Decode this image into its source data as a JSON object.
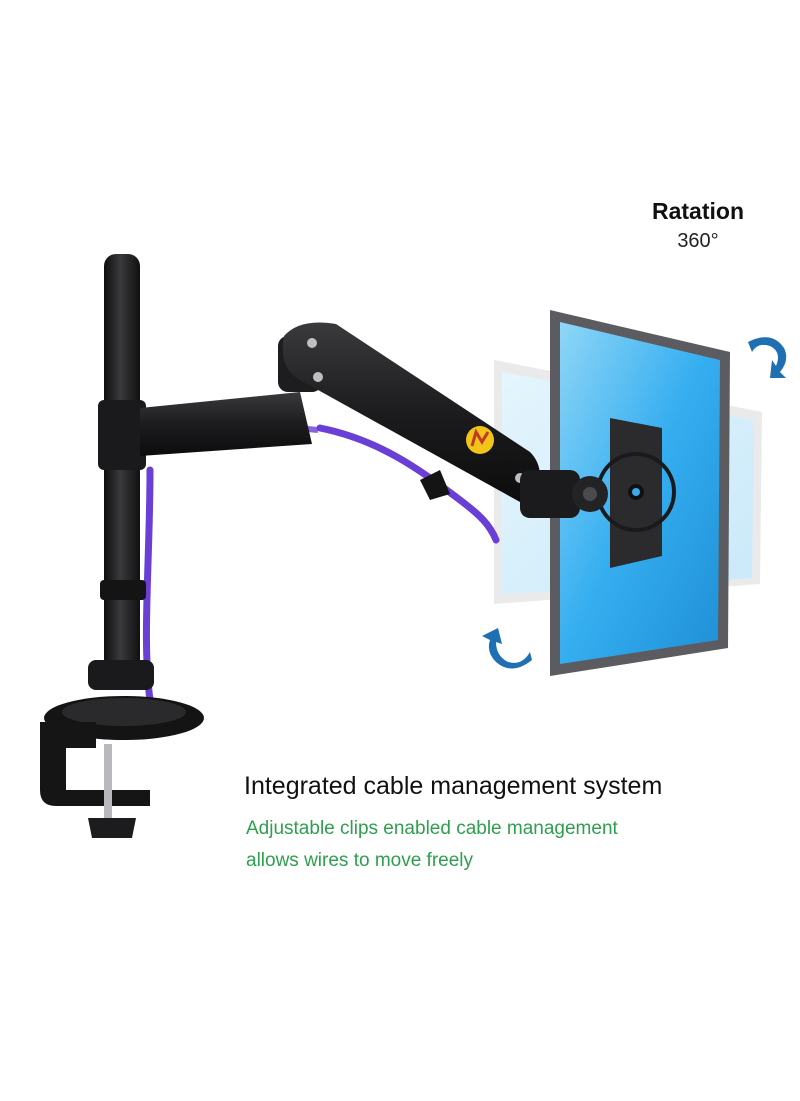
{
  "rotation": {
    "title": "Ratation",
    "value": "360°"
  },
  "feature": {
    "headline": "Integrated cable management system",
    "lines": [
      "Adjustable clips enabled cable management",
      "allows wires to move freely"
    ]
  },
  "colors": {
    "background": "#ffffff",
    "arm": "#1c1c1e",
    "cable": "#6a3fd6",
    "screen": "#2fa8e6",
    "accent_green": "#2e9f4e",
    "arrow_blue": "#1f6fb3"
  },
  "icons": [
    "rotate-arrow-icon",
    "brand-badge-icon"
  ]
}
